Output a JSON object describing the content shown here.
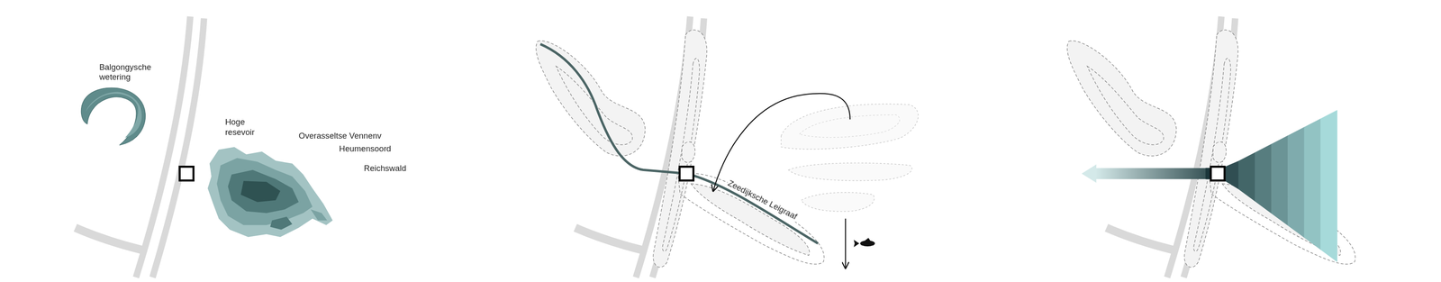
{
  "diagram": {
    "nodes": [
      {
        "text": [
          "Balgongysche wetering"
        ]
      },
      {
        "text": [
          "Hoge resevoir"
        ]
      }
    ],
    "labels": [
      "Overasseltse Vennenv",
      "Heumensoord",
      "Reichswald",
      "Zeedijksche Leigraaf"
    ]
  }
}
